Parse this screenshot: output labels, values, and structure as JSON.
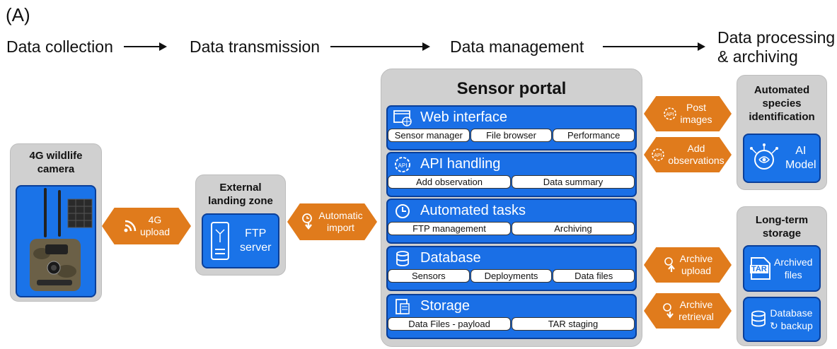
{
  "panel_label": "(A)",
  "stages": [
    "Data collection",
    "Data transmission",
    "Data management",
    "Data processing",
    "& archiving"
  ],
  "camera": {
    "title_line1": "4G wildlife",
    "title_line2": "camera"
  },
  "upload_4g": {
    "line1": "4G",
    "line2": "upload"
  },
  "landing": {
    "title_line1": "External",
    "title_line2": "landing zone",
    "server_line1": "FTP",
    "server_line2": "server"
  },
  "auto_import": {
    "line1": "Automatic",
    "line2": "import"
  },
  "portal": {
    "title": "Sensor portal",
    "sections": [
      {
        "title": "Web interface",
        "cells": [
          "Sensor manager",
          "File browser",
          "Performance"
        ]
      },
      {
        "title": "API handling",
        "cells": [
          "Add observation",
          "Data summary"
        ]
      },
      {
        "title": "Automated tasks",
        "cells": [
          "FTP management",
          "Archiving"
        ]
      },
      {
        "title": "Database",
        "cells": [
          "Sensors",
          "Deployments",
          "Data files"
        ]
      },
      {
        "title": "Storage",
        "cells": [
          "Data Files - payload",
          "TAR staging"
        ]
      }
    ]
  },
  "connectors": {
    "post_images": {
      "line1": "Post",
      "line2": "images"
    },
    "add_observations": {
      "line1": "Add",
      "line2": "observations"
    },
    "archive_upload": {
      "line1": "Archive",
      "line2": "upload"
    },
    "archive_retrieval": {
      "line1": "Archive",
      "line2": "retrieval"
    }
  },
  "species": {
    "title_line1": "Automated",
    "title_line2": "species",
    "title_line3": "identification",
    "model_line1": "AI",
    "model_line2": "Model"
  },
  "storage": {
    "title_line1": "Long-term",
    "title_line2": "storage",
    "archived_line1": "Archived",
    "archived_line2": "files",
    "tar_badge": "TAR",
    "backup_line1": "Database",
    "backup_line2": "backup"
  },
  "api_badge": "API",
  "colors": {
    "blue": "#1a73e8",
    "orange": "#e07b1c",
    "gray": "#d0d0d0"
  }
}
